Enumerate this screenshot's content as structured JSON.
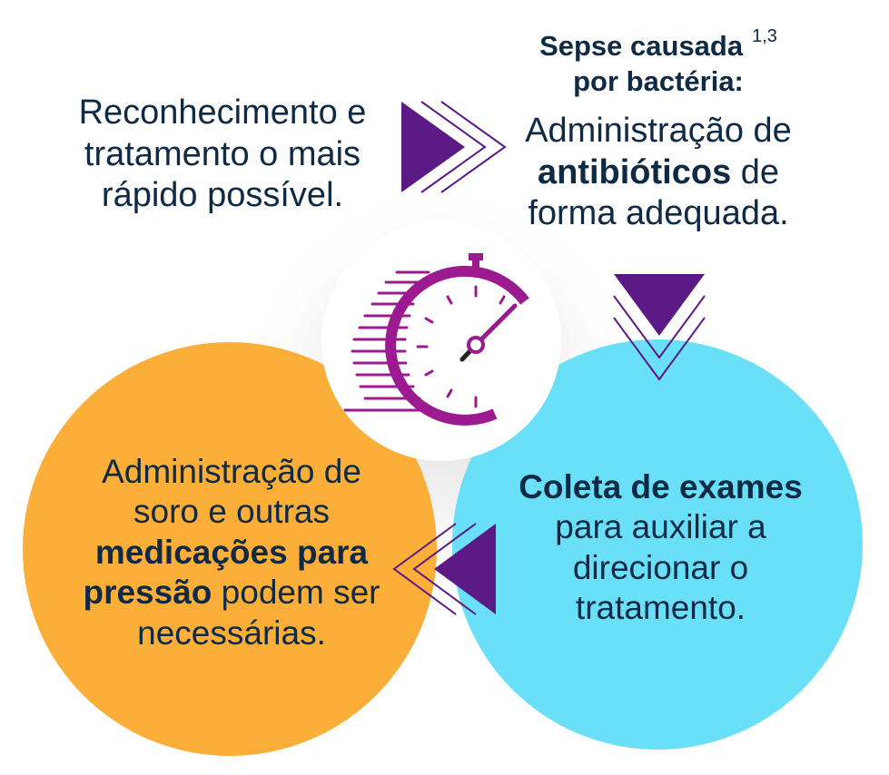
{
  "colors": {
    "dark_navy": "#0f2a44",
    "orange": "#fbae38",
    "light_blue": "#69dff8",
    "purple": "#5b1a86",
    "magenta": "#9b1a8f",
    "white": "#ffffff"
  },
  "steps": {
    "recognition": {
      "lines": [
        "Reconhecimento e",
        "tratamento o mais",
        "rápido possível."
      ]
    },
    "antibiotics": {
      "heading_line1": "Sepse causada",
      "heading_line2": "por bactéria:",
      "reference": "1,3",
      "line1": "Administração de",
      "line2_bold": "antibióticos",
      "line2_rest": " de",
      "line3": "forma adequada."
    },
    "exams": {
      "line1_bold": "Coleta de exames",
      "line2": "para auxiliar a",
      "line3": "direcionar o",
      "line4": "tratamento."
    },
    "fluids": {
      "line1": "Administração de",
      "line2": "soro e outras",
      "line3_bold": "medicações para",
      "line4_bold": "pressão",
      "line4_rest": " podem ser",
      "line5": "necessárias."
    }
  },
  "icons": {
    "center": "stopwatch-speed-icon",
    "arrow_right": "triple-chevron-right-icon",
    "arrow_down": "triple-chevron-down-icon",
    "arrow_left": "triple-chevron-left-icon"
  }
}
